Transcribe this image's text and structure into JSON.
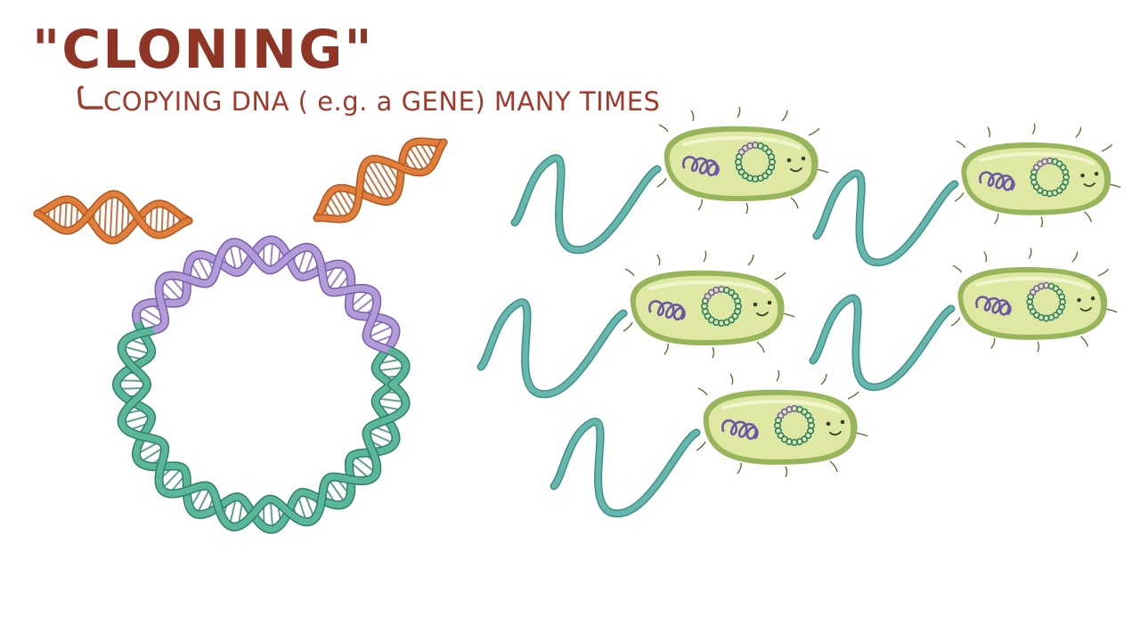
{
  "header": {
    "title": "\"CLONING\"",
    "subtitle": "COPYING DNA ( e.g. a GENE) MANY TIMES"
  },
  "colors": {
    "title": "#8e3526",
    "gene_dna": "#e07f3c",
    "gene_dna_dark": "#b3551e",
    "plasmid": "#5bb79a",
    "plasmid_dark": "#2f7f69",
    "insert": "#b39bd8",
    "insert_dark": "#7a5fb0",
    "bacterium_fill": "#dfe8a2",
    "bacterium_edge": "#97b55a",
    "flagellum": "#66b7ad",
    "chromosome": "#6b55a8"
  },
  "icons": {
    "gene": "dna-helix-icon",
    "plasmid": "circular-plasmid-icon",
    "cell": "bacterium-icon"
  },
  "bacteria_count": 5
}
